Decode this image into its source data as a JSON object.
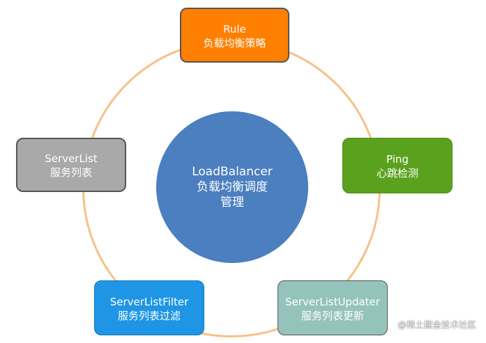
{
  "diagram": {
    "center": {
      "line1": "LoadBalancer",
      "line2": "负载均衡调度",
      "line3": "管理",
      "color": "#4b7fc0"
    },
    "ring_color": "#f6c188",
    "nodes": [
      {
        "id": "rule",
        "title": "Rule",
        "subtitle": "负载均衡策略",
        "color": "#ff7f00"
      },
      {
        "id": "ping",
        "title": "Ping",
        "subtitle": "心跳检测",
        "color": "#5aa21d"
      },
      {
        "id": "serverlist",
        "title": "ServerList",
        "subtitle": "服务列表",
        "color": "#a9a9a9"
      },
      {
        "id": "serverlistfilter",
        "title": "ServerListFilter",
        "subtitle": "服务列表过滤",
        "color": "#1f96e5"
      },
      {
        "id": "serverlistupdater",
        "title": "ServerListUpdater",
        "subtitle": "服务列表更新",
        "color": "#94c3bb"
      }
    ]
  },
  "watermark": "@稀土掘金技术社区"
}
